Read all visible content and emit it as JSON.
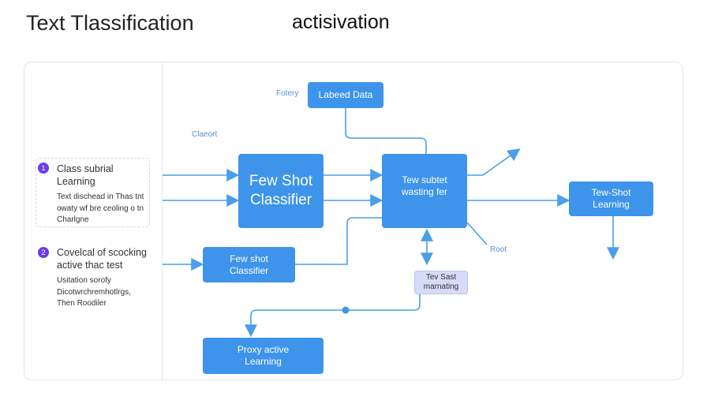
{
  "header": {
    "title": "Text Tlassification",
    "subtitle": "actisivation"
  },
  "sidebar": {
    "items": [
      {
        "badge": "1",
        "heading": "Class subrial Learning",
        "body": "Text dischead in Thas tnt owaty wf bre ceoling o tn Charlgne"
      },
      {
        "badge": "2",
        "heading": "Covelcal of scocking active thac test",
        "body": "Usitation sorofy Dicotwrchremhotlrgs, Then Roodiler"
      }
    ]
  },
  "diagram": {
    "nodes": {
      "labeled_data": "Labeed Data",
      "few_shot_classifier": "Few Shot Classifier",
      "few_subset": "Tew subtet wasting fer",
      "few_shot_learning": "Tew-Shot Learning",
      "few_shot_classifier_small": "Few shot Classifier",
      "test_marnating": "Tev Sast marnating",
      "proxy_active": "Proxy active Learning"
    },
    "labels": {
      "fotery": "Fotery",
      "claeort": "Claeort",
      "root": "Root"
    },
    "colors": {
      "accent": "#3d94ea",
      "line": "#4a9eea",
      "badge": "#6a3de8"
    }
  }
}
